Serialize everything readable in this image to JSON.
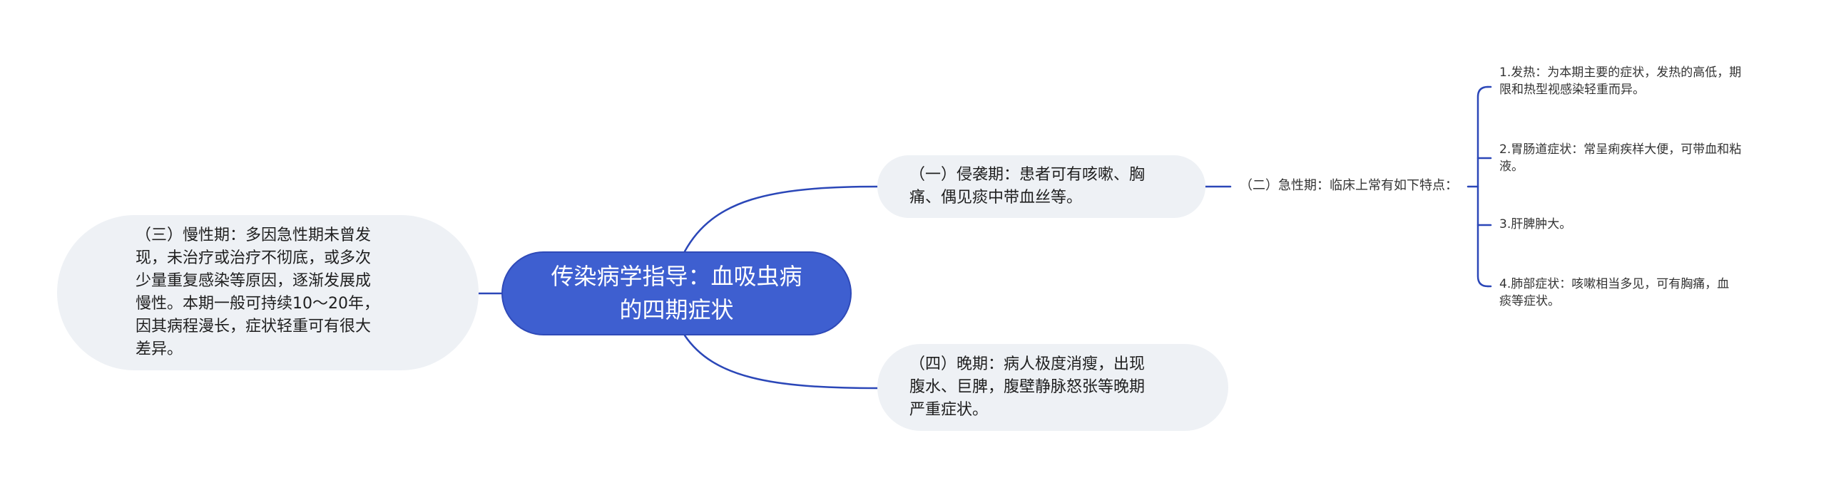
{
  "mindmap": {
    "central": "传染病学指导：血吸虫病\n的四期症状",
    "stage_invasion": "（一）侵袭期：患者可有咳嗽、胸\n痛、偶见痰中带血丝等。",
    "stage_acute": "（二）急性期：临床上常有如下特点：",
    "stage_chronic": "（三）慢性期：多因急性期未曾发\n现，未治疗或治疗不彻底，或多次\n少量重复感染等原因，逐渐发展成\n慢性。本期一般可持续10～20年，\n因其病程漫长，症状轻重可有很大\n差异。",
    "stage_late": "（四）晚期：病人极度消瘦，出现\n腹水、巨脾，腹壁静脉怒张等晚期\n严重症状。",
    "acute_points": [
      "1.发热：为本期主要的症状，发热的高低，期\n限和热型视感染轻重而异。",
      "2.胃肠道症状：常呈痢疾样大便，可带血和粘\n液。",
      "3.肝脾肿大。",
      "4.肺部症状：咳嗽相当多见，可有胸痛，血\n痰等症状。"
    ]
  },
  "colors": {
    "central_fill": "#3e5fd0",
    "connector": "#2b47b8",
    "bubble_fill": "#eef1f5"
  }
}
